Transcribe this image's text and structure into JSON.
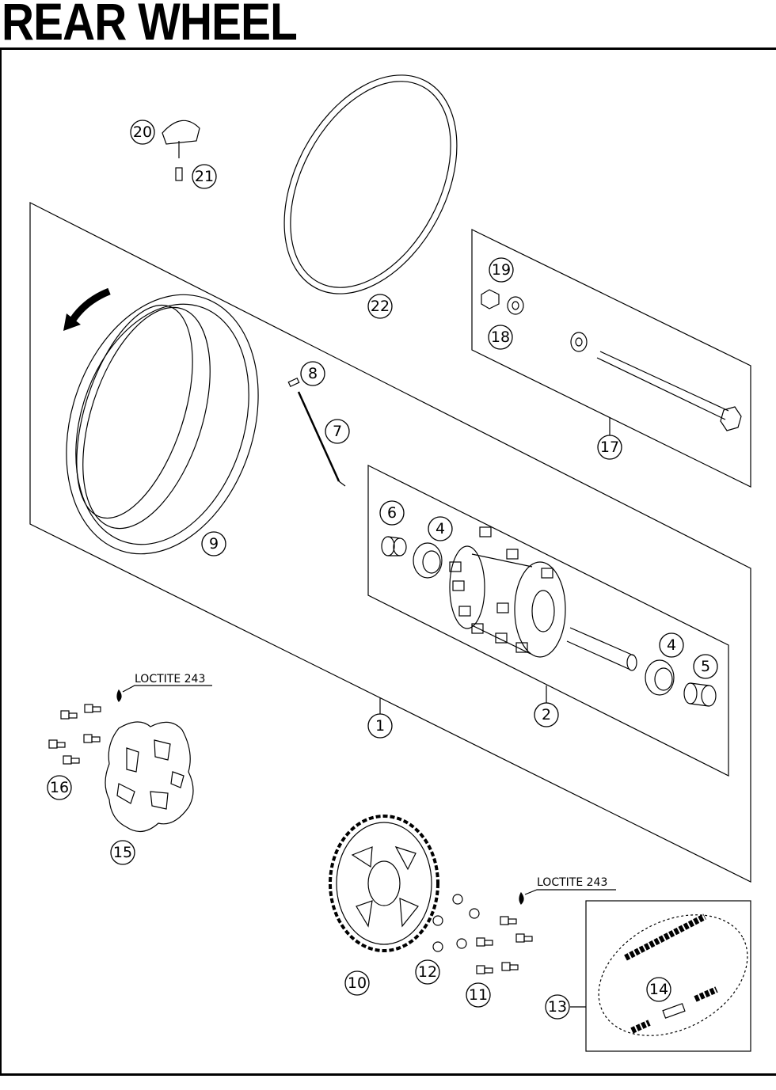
{
  "title": "REAR WHEEL",
  "callouts": {
    "c1": "1",
    "c2": "2",
    "c4a": "4",
    "c4b": "4",
    "c5": "5",
    "c6": "6",
    "c7": "7",
    "c8": "8",
    "c9": "9",
    "c10": "10",
    "c11": "11",
    "c12": "12",
    "c13": "13",
    "c14": "14",
    "c15": "15",
    "c16": "16",
    "c17": "17",
    "c18": "18",
    "c19": "19",
    "c20": "20",
    "c21": "21",
    "c22": "22"
  },
  "notes": {
    "loctite_disc": "LOCTITE 243",
    "loctite_sprocket": "LOCTITE 243"
  }
}
